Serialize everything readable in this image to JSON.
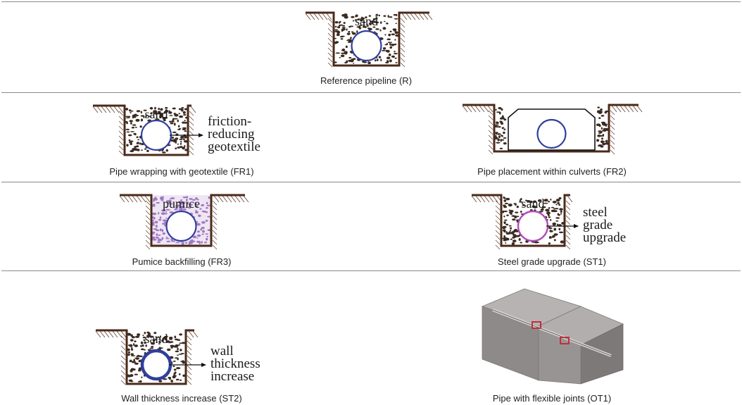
{
  "rows": [
    {
      "panels": [
        {
          "id": "R",
          "caption": "Reference pipeline (R)",
          "fill_label": "sand"
        }
      ]
    },
    {
      "panels": [
        {
          "id": "FR1",
          "caption": "Pipe wrapping with geotextile (FR1)",
          "fill_label": "sand",
          "annotation": [
            "friction-",
            "reducing",
            "geotextile"
          ]
        },
        {
          "id": "FR2",
          "caption": "Pipe placement within culverts (FR2)"
        }
      ]
    },
    {
      "panels": [
        {
          "id": "FR3",
          "caption": "Pumice backfilling (FR3)",
          "fill_label": "pumice"
        },
        {
          "id": "ST1",
          "caption": "Steel grade upgrade (ST1)",
          "fill_label": "sand",
          "annotation": [
            "steel",
            "grade",
            "upgrade"
          ]
        }
      ]
    },
    {
      "panels": [
        {
          "id": "ST2",
          "caption": "Wall thickness increase (ST2)",
          "fill_label": "sand",
          "annotation": [
            "wall",
            "thickness",
            "increase"
          ]
        },
        {
          "id": "OT1",
          "caption": "Pipe with flexible joints (OT1)"
        }
      ]
    }
  ],
  "colors": {
    "trench": "#4a2a1a",
    "hatch": "#6b4a3a",
    "pipe": "#2f3f9e",
    "pipe_steel": "#b04bb8",
    "pumice": "#a07ac0",
    "gravel": "#3a2a20",
    "block": "#8c8787",
    "joint": "#c0303a"
  },
  "icons": [
    "trench-cross-section",
    "pipe-circle",
    "culvert-box",
    "pipeline-3d-block"
  ]
}
